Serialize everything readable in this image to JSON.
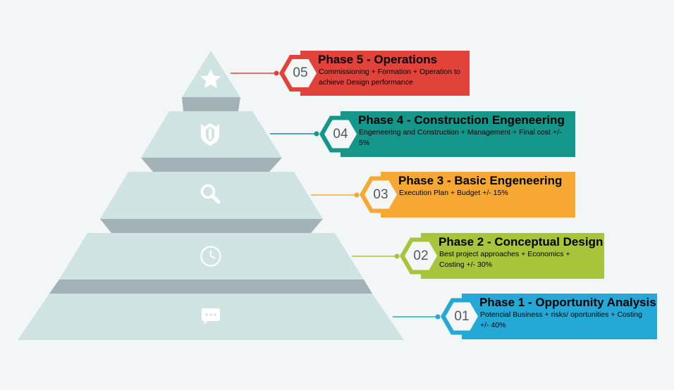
{
  "phases": [
    {
      "number": "05",
      "title": "Phase 5 - Operations",
      "description": "Commissioning + Formation + Operation to achieve Design performance",
      "color": "#e1433a",
      "icon": "star-icon"
    },
    {
      "number": "04",
      "title": "Phase 4 - Construction Engeneering",
      "description": "Engeneering and Construction + Management + Final cost +/- 5%",
      "color": "#14968a",
      "icon": "shield-icon"
    },
    {
      "number": "03",
      "title": "Phase 3 - Basic Engeneering",
      "description": "Execution Plan + Budget +/- 15%",
      "color": "#f7a833",
      "icon": "magnifier-icon"
    },
    {
      "number": "02",
      "title": "Phase 2 - Conceptual Design",
      "description": "Best project approaches + Economics + Costing +/- 30%",
      "color": "#a7c43a",
      "icon": "clock-icon"
    },
    {
      "number": "01",
      "title": "Phase 1 - Opportunity Analysis",
      "description": "Potencial Business + risks/ oportunities + Costing +/- 40%",
      "color": "#24a8d6",
      "icon": "chat-bubble-icon"
    }
  ],
  "colors": {
    "pyramid_front": "#cfe3e3",
    "pyramid_shadow": "#a3b2b6",
    "hexagon_fill": "#f4f6f6"
  }
}
